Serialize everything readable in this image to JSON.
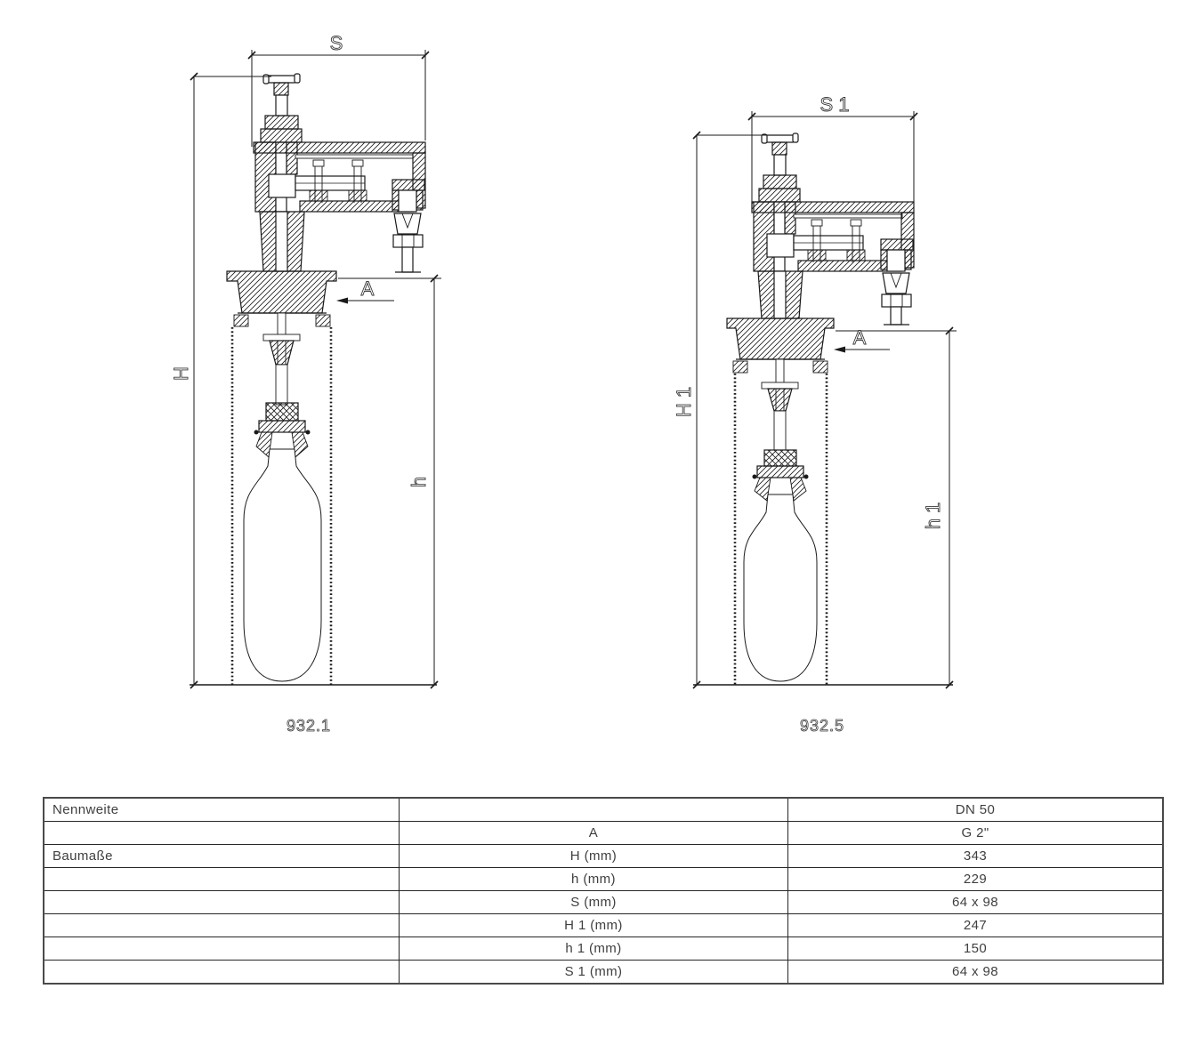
{
  "figures": [
    {
      "caption": "932.1",
      "dim_width": "S",
      "dim_height": "H",
      "dim_inner_height": "h",
      "connection": "A"
    },
    {
      "caption": "932.5",
      "dim_width": "S 1",
      "dim_height": "H 1",
      "dim_inner_height": "h 1",
      "connection": "A"
    }
  ],
  "table": {
    "rows": [
      {
        "c1": "Nennweite",
        "c2": "",
        "c3": "DN 50"
      },
      {
        "c1": "",
        "c2": "A",
        "c3": "G 2\""
      },
      {
        "c1": "Baumaße",
        "c2": "H (mm)",
        "c3": "343"
      },
      {
        "c1": "",
        "c2": "h (mm)",
        "c3": "229"
      },
      {
        "c1": "",
        "c2": "S (mm)",
        "c3": "64 x 98"
      },
      {
        "c1": "",
        "c2": "H 1 (mm)",
        "c3": "247"
      },
      {
        "c1": "",
        "c2": "h 1 (mm)",
        "c3": "150"
      },
      {
        "c1": "",
        "c2": "S 1 (mm)",
        "c3": "64 x 98"
      }
    ]
  },
  "colors": {
    "line": "#1a1a1a",
    "text": "#3a3a3a"
  }
}
